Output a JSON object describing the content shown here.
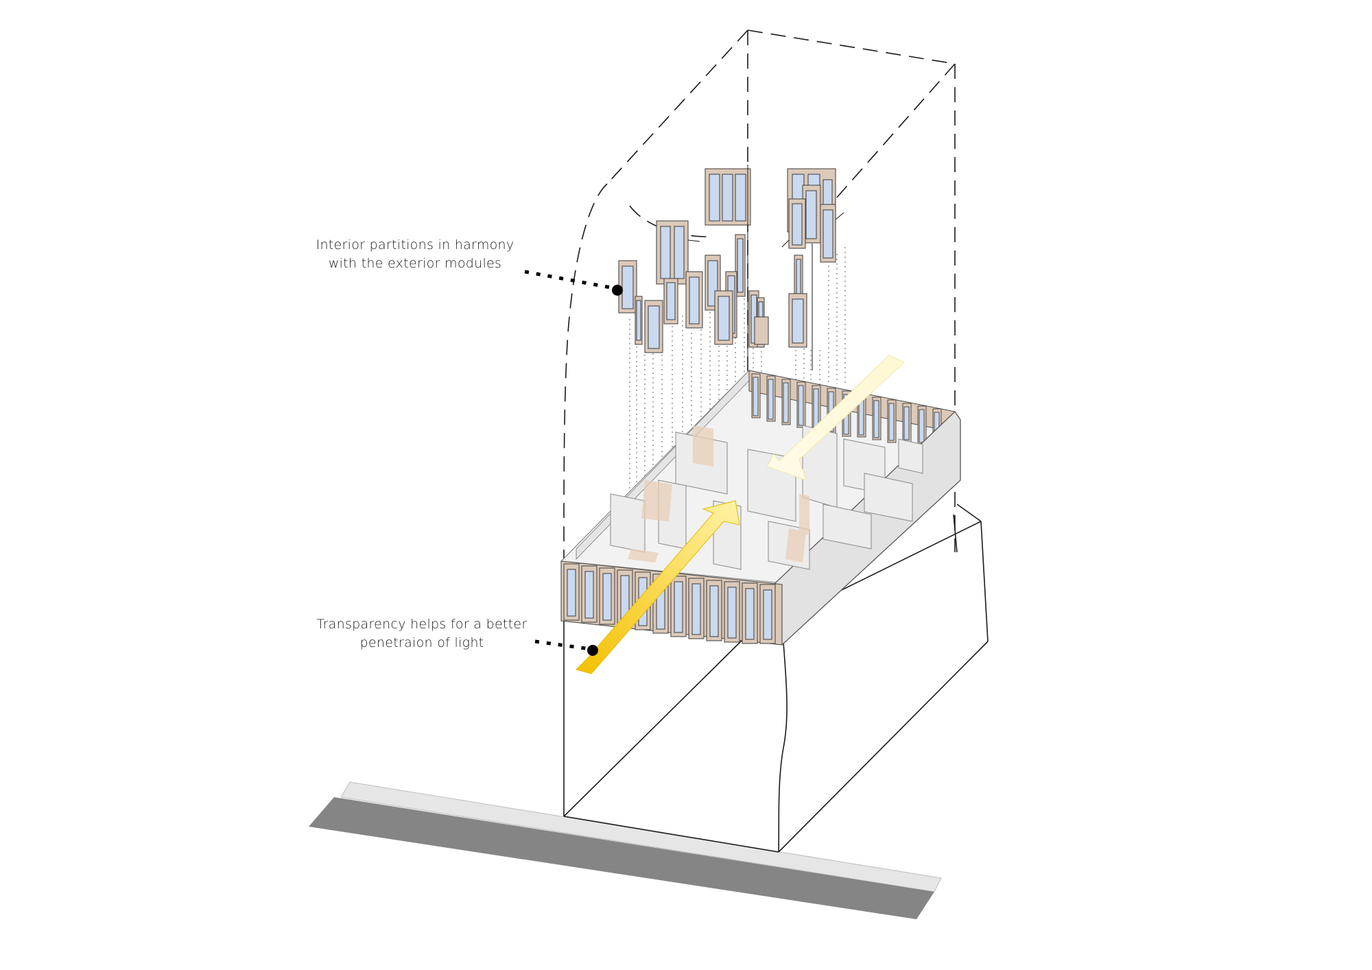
{
  "annotations": {
    "partitions": {
      "line1": "Interior partitions in harmony",
      "line2": "with the exterior modules"
    },
    "transparency": {
      "line1": "Transparency helps for a better",
      "line2": "penetraion of light"
    }
  },
  "colors": {
    "background": "#ffffff",
    "outline": "#1a1a1a",
    "glass": "#c9d9ef",
    "frame": "#dcc9b8",
    "wall": "#e4e4e4",
    "light_beam_strong": "#f5c400",
    "light_beam_soft": "#fff6c4",
    "ground_dark": "#858585",
    "ground_light": "#e6e6e6",
    "leader_dot": "#000000"
  }
}
